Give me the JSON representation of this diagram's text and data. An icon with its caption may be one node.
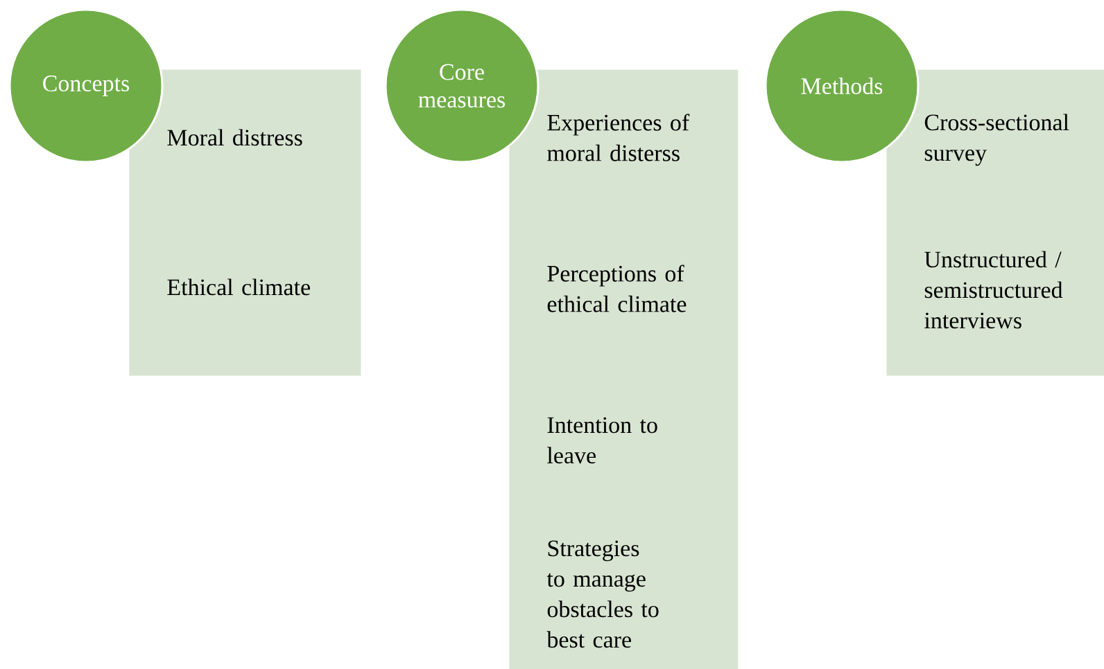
{
  "diagram": {
    "nodes": [
      {
        "text": [
          "Concepts"
        ]
      },
      {
        "text": [
          "Moral distress",
          "Ethical climate"
        ]
      },
      {
        "text": [
          "Core measures"
        ]
      },
      {
        "text": [
          "Experiences of moral disterss",
          "Perceptions of ethical climate",
          "Intention to leave",
          "Strategies to manage obstacles to best care"
        ]
      },
      {
        "text": [
          "Methods"
        ]
      },
      {
        "text": [
          "Cross-sectional survey",
          "Unstructured / semistructured interviews"
        ]
      }
    ]
  }
}
